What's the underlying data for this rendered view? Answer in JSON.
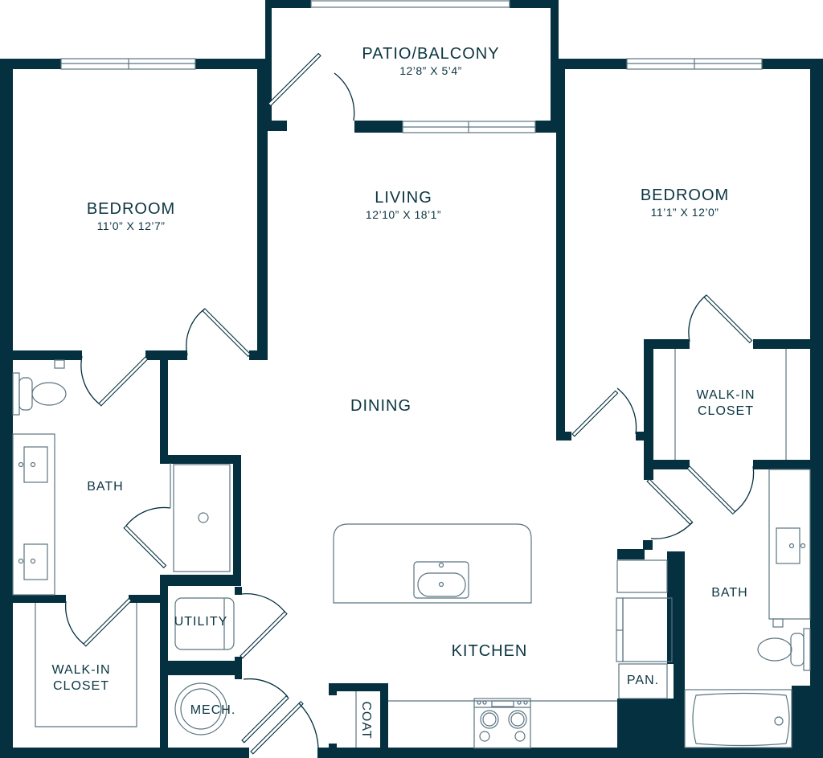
{
  "floorplan": {
    "wall_color": "#04303f",
    "rooms": {
      "patio": {
        "name": "PATIO/BALCONY",
        "dims": "12’8” X 5’4”"
      },
      "living": {
        "name": "LIVING",
        "dims": "12’10” X 18’1”"
      },
      "bedroom_left": {
        "name": "BEDROOM",
        "dims": "11’0” X 12’7”"
      },
      "bedroom_right": {
        "name": "BEDROOM",
        "dims": "11’1” X 12’0”"
      },
      "dining": {
        "name": "DINING"
      },
      "bath_left": {
        "name": "BATH"
      },
      "bath_right": {
        "name": "BATH"
      },
      "walkin_left": {
        "line1": "WALK-IN",
        "line2": "CLOSET"
      },
      "walkin_right": {
        "line1": "WALK-IN",
        "line2": "CLOSET"
      },
      "utility": {
        "name": "UTILITY"
      },
      "mech": {
        "name": "MECH."
      },
      "kitchen": {
        "name": "KITCHEN"
      },
      "pantry": {
        "name": "PAN."
      },
      "coat": {
        "name": "COAT"
      }
    }
  }
}
